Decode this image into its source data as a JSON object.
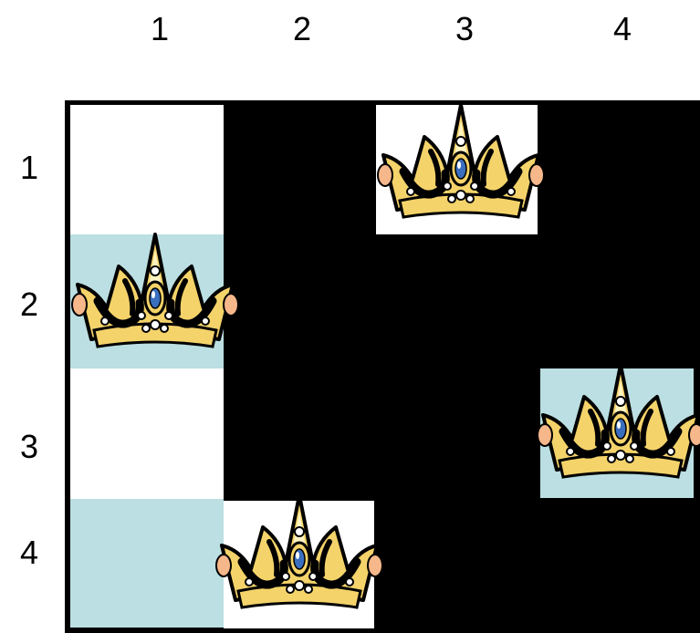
{
  "board": {
    "columns": [
      "1",
      "2",
      "3",
      "4"
    ],
    "rows": [
      "1",
      "2",
      "3",
      "4"
    ],
    "cell_colors": {
      "white": "#ffffff",
      "light_blue": "#bbdfe2",
      "black": "#000000"
    },
    "queens": [
      {
        "row": 1,
        "col": 3,
        "background": "white"
      },
      {
        "row": 2,
        "col": 1,
        "background": "light_blue"
      },
      {
        "row": 3,
        "col": 4,
        "background": "light_blue"
      },
      {
        "row": 4,
        "col": 2,
        "background": "white"
      }
    ],
    "piece_icon": "crown-icon"
  }
}
